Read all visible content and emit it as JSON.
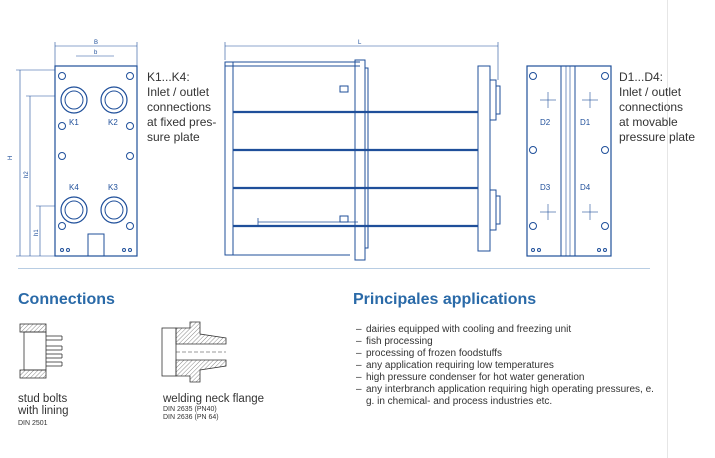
{
  "drawing": {
    "left_plate_ports": [
      "K1",
      "K2",
      "K4",
      "K3"
    ],
    "right_plate_ports": [
      "D2",
      "D1",
      "D3",
      "D4"
    ],
    "dimensions": {
      "width": "B",
      "inner_width": "b",
      "length": "L",
      "height": "H",
      "h2": "h2",
      "h1": "h1"
    },
    "line_color": "#1f4f9a"
  },
  "captions": {
    "fixed": [
      "K1...K4:",
      "Inlet / outlet",
      "connections",
      "at fixed pres-",
      "sure plate"
    ],
    "movable": [
      "D1...D4:",
      "Inlet / outlet",
      "connections",
      "at movable",
      "pressure plate"
    ]
  },
  "connections": {
    "heading": "Connections",
    "items": [
      {
        "label_lines": [
          "stud bolts",
          "with lining"
        ],
        "standards": [
          "DIN 2501"
        ]
      },
      {
        "label_lines": [
          "welding neck flange"
        ],
        "standards": [
          "DIN 2635 (PN40)",
          "DIN 2636 (PN 64)"
        ]
      }
    ]
  },
  "applications": {
    "heading": "Principales applications",
    "items": [
      "dairies equipped with cooling and freezing unit",
      "fish processing",
      "processing of frozen foodstuffs",
      "any application requiring low temperatures",
      "high pressure condenser for hot water generation",
      "any interbranch application requiring high operating pressures, e. g. in chemical- and process industries etc."
    ]
  },
  "colors": {
    "heading": "#2a6aa8",
    "drawing": "#1f4f9a",
    "rule": "#b8cde3"
  }
}
